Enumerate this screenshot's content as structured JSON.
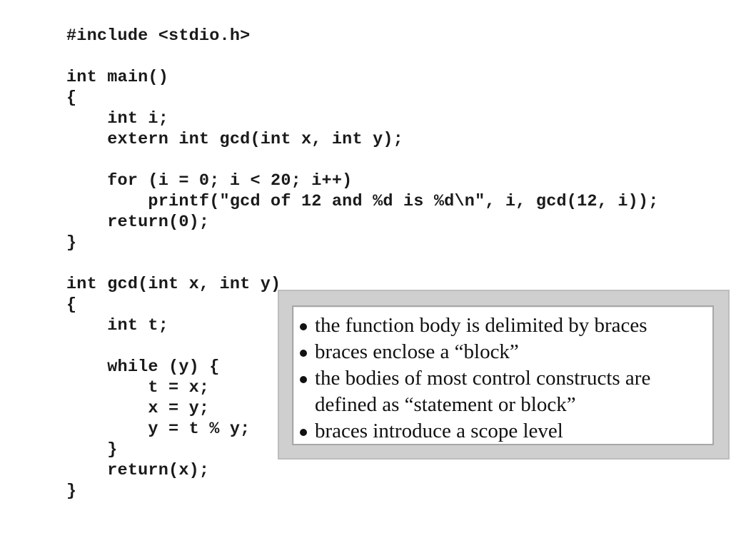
{
  "code": {
    "lines": [
      "#include <stdio.h>",
      "",
      "int main()",
      "{",
      "    int i;",
      "    extern int gcd(int x, int y);",
      "",
      "    for (i = 0; i < 20; i++)",
      "        printf(\"gcd of 12 and %d is %d\\n\", i, gcd(12, i));",
      "    return(0);",
      "}",
      "",
      "int gcd(int x, int y)",
      "{",
      "    int t;",
      "",
      "    while (y) {",
      "        t = x;",
      "        x = y;",
      "        y = t % y;",
      "    }",
      "    return(x);",
      "}"
    ]
  },
  "callout": {
    "bullets": [
      "the function body is delimited by braces",
      "braces enclose a “block”",
      "the bodies of most control constructs are defined as “statement or block”",
      "braces introduce a scope level"
    ]
  }
}
